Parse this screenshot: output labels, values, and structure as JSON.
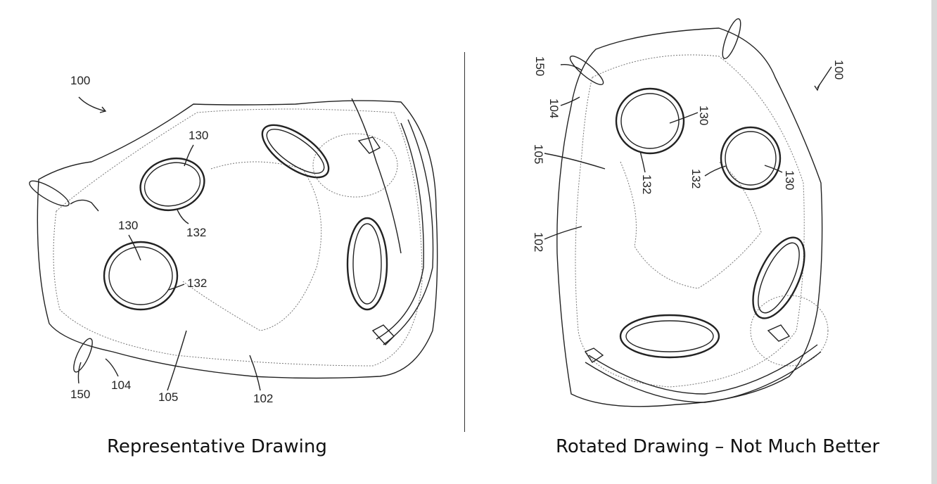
{
  "captions": {
    "left": "Representative Drawing",
    "right": "Rotated Drawing – Not Much Better"
  },
  "left_drawing": {
    "refs": {
      "r100": "100",
      "r130a": "130",
      "r130b": "130",
      "r132a": "132",
      "r132b": "132",
      "r150": "150",
      "r104": "104",
      "r105": "105",
      "r102": "102"
    }
  },
  "right_drawing": {
    "refs": {
      "r100": "100",
      "r150": "150",
      "r104": "104",
      "r105": "105",
      "r102": "102",
      "r130a": "130",
      "r130b": "130",
      "r132a": "132",
      "r132b": "132"
    }
  }
}
